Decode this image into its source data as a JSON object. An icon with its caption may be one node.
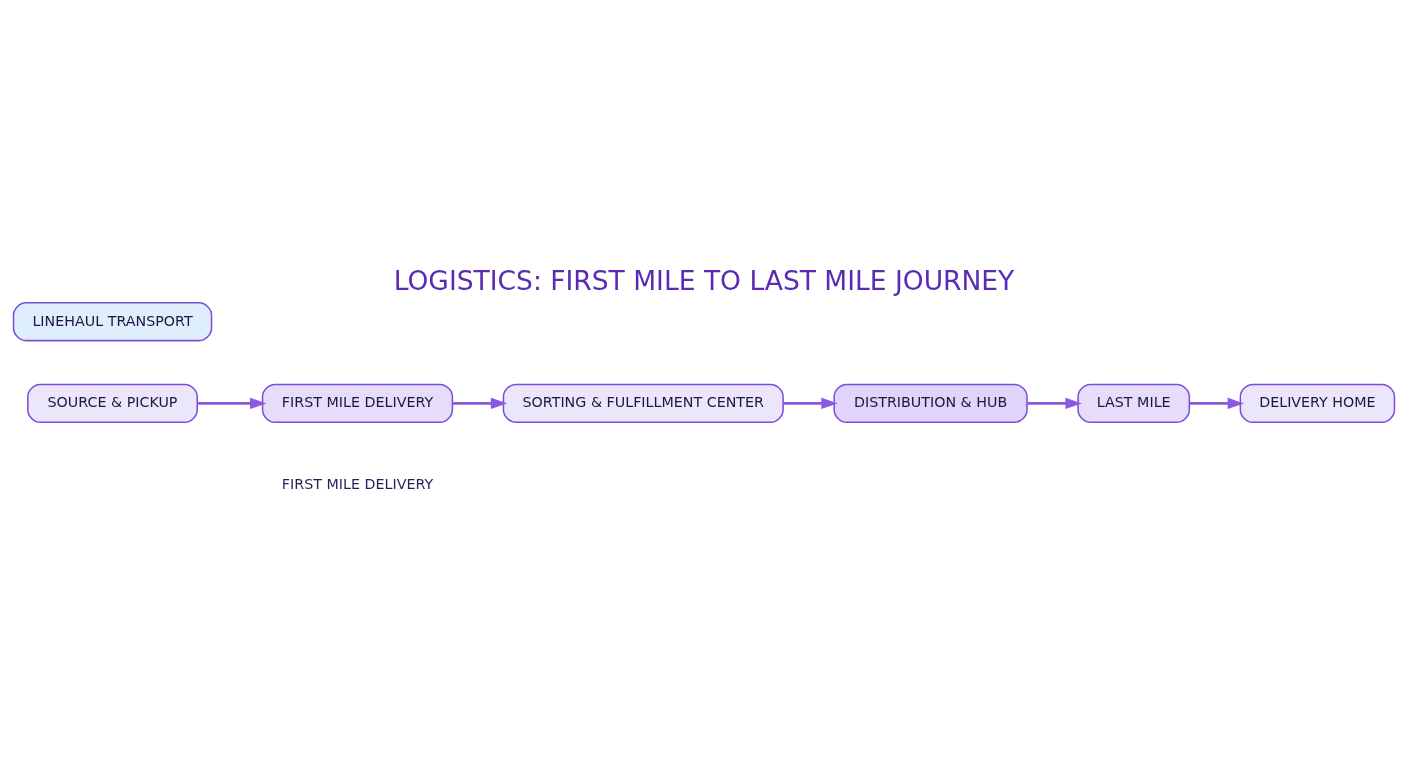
{
  "diagram": {
    "title": "LOGISTICS: FIRST MILE TO LAST MILE JOURNEY",
    "nodes": [
      {
        "text": [
          "SOURCE & PICKUP"
        ]
      },
      {
        "text": [
          "FIRST MILE DELIVERY"
        ]
      },
      {
        "text": [
          "SORTING & FULFILLMENT CENTER"
        ]
      },
      {
        "text": [
          "LINEHAUL TRANSPORT"
        ]
      },
      {
        "text": [
          "DISTRIBUTION & HUB"
        ]
      },
      {
        "text": [
          "LAST MILE"
        ]
      },
      {
        "text": [
          "DELIVERY HOME"
        ]
      }
    ],
    "edges": [
      {
        "from": 0,
        "to": 1,
        "arrow": "to"
      },
      {
        "from": 1,
        "to": 2,
        "arrow": "to"
      },
      {
        "from": 2,
        "to": 4,
        "arrow": "to"
      },
      {
        "from": 4,
        "to": 5,
        "arrow": "to"
      },
      {
        "from": 5,
        "to": 6,
        "arrow": "to"
      }
    ],
    "labels": [
      "FIRST MILE DELIVERY"
    ]
  }
}
